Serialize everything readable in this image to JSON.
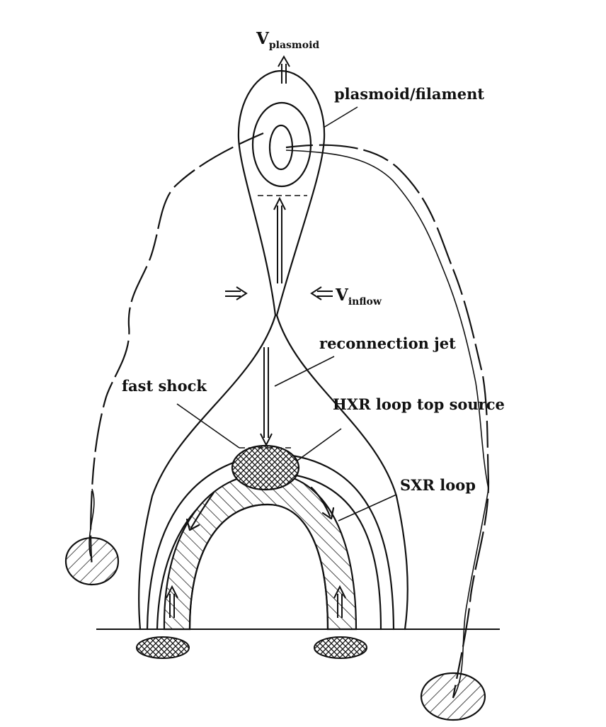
{
  "labels": {
    "v_plasmoid_main": "V",
    "v_plasmoid_sub": "plasmoid",
    "plasmoid_filament": "plasmoid/filament",
    "v_inflow_main": "V",
    "v_inflow_sub": "inflow",
    "reconnection_jet": "reconnection jet",
    "fast_shock": "fast shock",
    "hxr_loop_top_source": "HXR loop top source",
    "sxr_loop": "SXR loop"
  }
}
